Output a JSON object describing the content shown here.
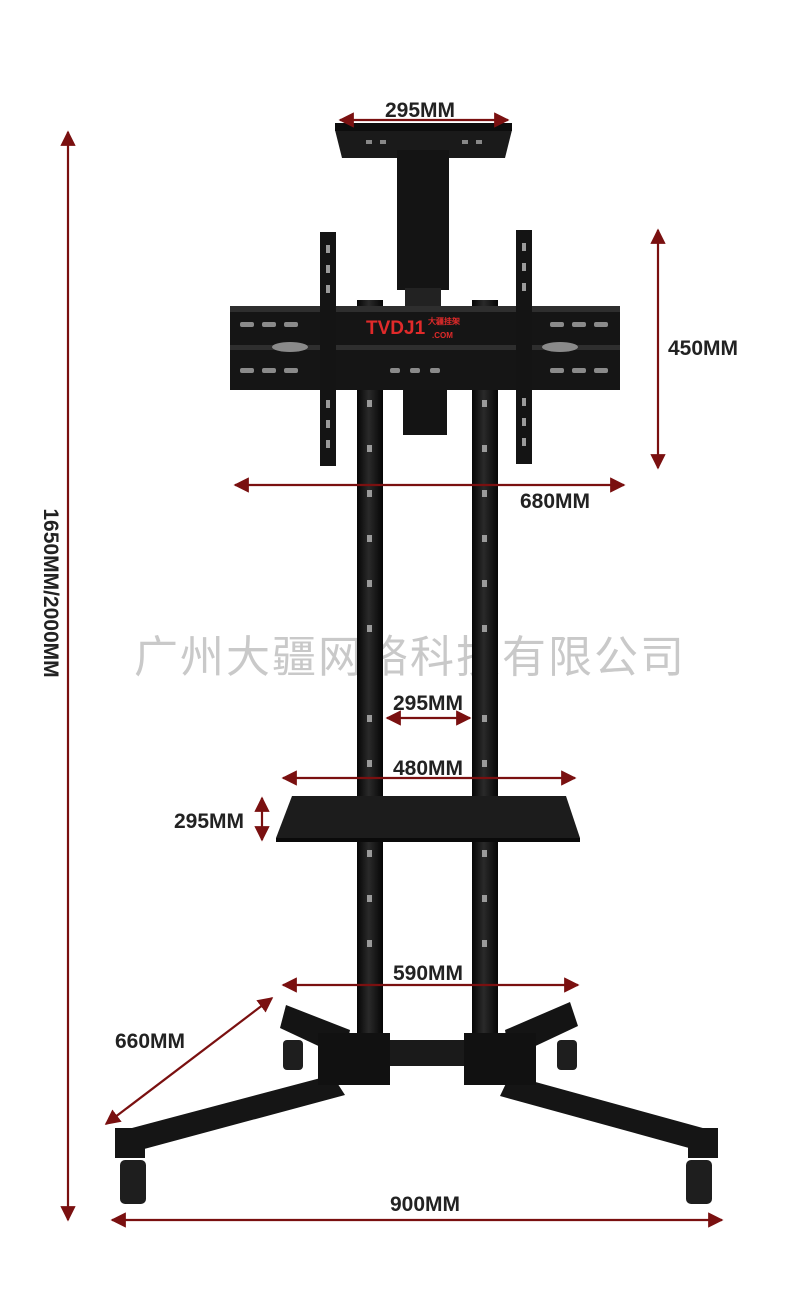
{
  "dimensions": {
    "top_tray_width": "295MM",
    "bracket_height": "450MM",
    "bracket_width": "680MM",
    "total_height": "1650MM/2000MM",
    "pole_spacing": "295MM",
    "shelf_width": "480MM",
    "shelf_depth": "295MM",
    "base_span": "590MM",
    "leg_length": "660MM",
    "base_width": "900MM"
  },
  "watermark": "广州大疆网络科技有限公司",
  "logo": {
    "main": "TVDJ1",
    "sub": "大疆挂架",
    "domain": ".COM"
  },
  "colors": {
    "arrow": "#7a1010",
    "metal": "#161616",
    "logo": "#e02a2a"
  }
}
